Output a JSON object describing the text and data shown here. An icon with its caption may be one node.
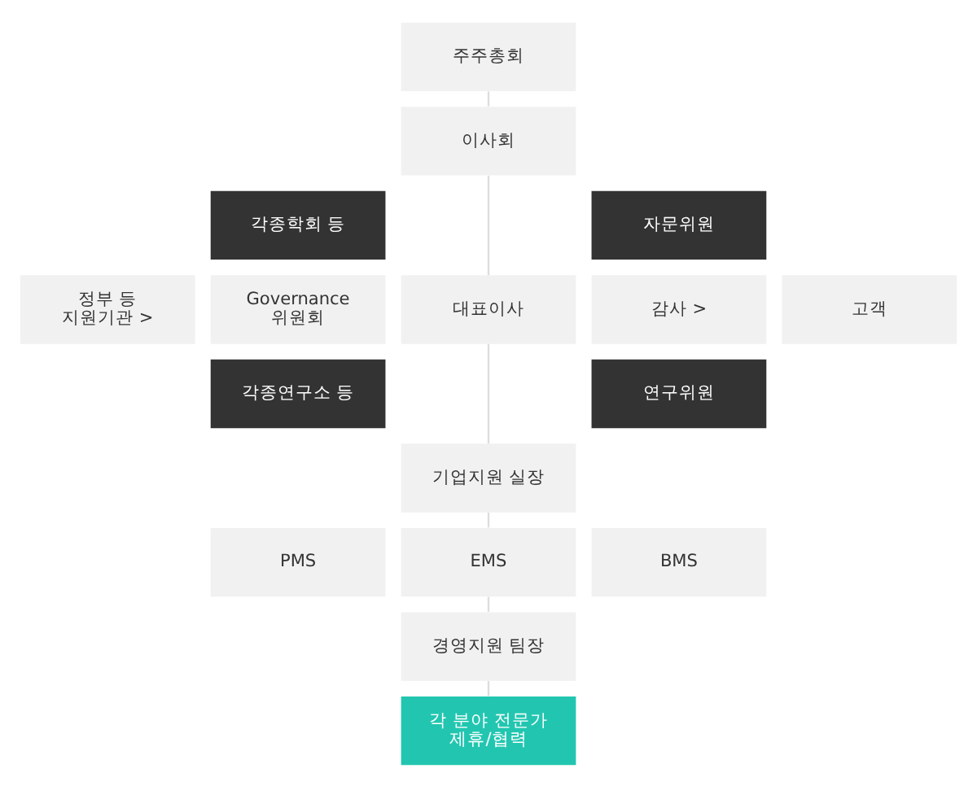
{
  "diagram": {
    "nodes": [
      {
        "text": [
          "주주총회"
        ]
      },
      {
        "text": [
          "이사회"
        ]
      },
      {
        "text": [
          "각종학회 등"
        ]
      },
      {
        "text": [
          "자문위원"
        ]
      },
      {
        "text": [
          "정부 등 지원기관 >"
        ]
      },
      {
        "text": [
          "Governance 위원회"
        ]
      },
      {
        "text": [
          "대표이사"
        ]
      },
      {
        "text": [
          "감사 >"
        ]
      },
      {
        "text": [
          "고객"
        ]
      },
      {
        "text": [
          "각종연구소 등"
        ]
      },
      {
        "text": [
          "연구위원"
        ]
      },
      {
        "text": [
          "기업지원 실장"
        ]
      },
      {
        "text": [
          "PMS"
        ]
      },
      {
        "text": [
          "EMS"
        ]
      },
      {
        "text": [
          "BMS"
        ]
      },
      {
        "text": [
          "경영지원 팀장"
        ]
      },
      {
        "text": [
          "각 분야 전문가 제휴/협력"
        ]
      }
    ],
    "edges": [
      {
        "from": 0,
        "to": 1,
        "arrow": "none"
      },
      {
        "from": 1,
        "to": 6,
        "arrow": "none"
      },
      {
        "from": 6,
        "to": 11,
        "arrow": "none"
      },
      {
        "from": 11,
        "to": 13,
        "arrow": "none"
      },
      {
        "from": 13,
        "to": 15,
        "arrow": "none"
      },
      {
        "from": 15,
        "to": 16,
        "arrow": "none"
      }
    ]
  }
}
